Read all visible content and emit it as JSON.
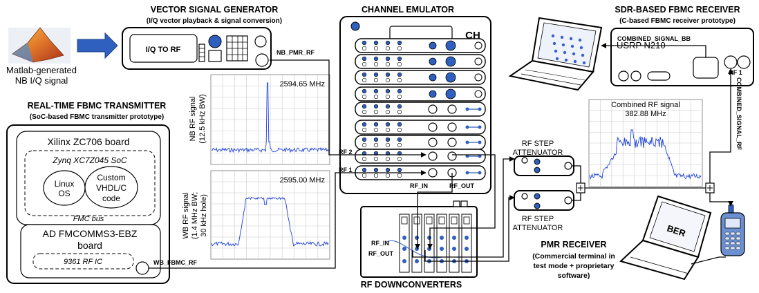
{
  "titles": {
    "vsg_title": "VECTOR SIGNAL GENERATOR",
    "vsg_sub": "(I/Q vector playback & signal conversion)",
    "ch_title": "CHANNEL EMULATOR",
    "sdr_title": "SDR-BASED FBMC RECEIVER",
    "sdr_sub": "(C-based FBMC receiver prototype)",
    "tx_title": "REAL-TIME FBMC TRANSMITTER",
    "tx_sub": "(SoC-based FBMC transmitter prototype)",
    "downconv_title": "RF DOWNCONVERTERS",
    "pmr_title": "PMR RECEIVER",
    "pmr_sub1": "(Commercial terminal in",
    "pmr_sub2": "test mode + proprietary",
    "pmr_sub3": "software)"
  },
  "matlab": {
    "line1": "Matlab-generated",
    "line2": "NB I/Q signal"
  },
  "vsg": {
    "iq_label": "I/Q TO RF",
    "out_signal": "NB_PMR_RF"
  },
  "tx": {
    "board": "Xilinx ZC706 board",
    "soc": "Zynq XC7Z045 SoC",
    "linux1": "Linux",
    "linux2": "OS",
    "custom1": "Custom",
    "custom2": "VHDL/C",
    "custom3": "code",
    "fmc": "FMC bus",
    "ad1": "AD FMCOMMS3-EBZ",
    "ad2": "board",
    "rfic": "9361 RF IC",
    "out_signal": "WB_FBMC_RF"
  },
  "spectra": {
    "nb": {
      "freq": "2594.65 MHz",
      "y1": "NB RF signal",
      "y2": "(12.5 kHz BW)"
    },
    "wb": {
      "freq": "2595.00 MHz",
      "y1": "WB RF signal",
      "y2": "(1.4 MHz BW;",
      "y3": "30 kHz hole)"
    },
    "combined": {
      "title": "Combined RF signal",
      "freq": "382.88 MHz"
    }
  },
  "channel": {
    "ch_label": "CH",
    "rf2": "RF 2",
    "rf1": "RF 1",
    "rf_in": "RF_IN",
    "rf_out": "RF_OUT"
  },
  "downconverters": {
    "rf_in": "RF_IN",
    "rf_out": "RF_OUT"
  },
  "attenuators": {
    "label1": "RF STEP",
    "label2": "ATTENUATOR"
  },
  "sdr": {
    "usrp": "USRP N210",
    "rf1": "RF 1",
    "combined_bb": "COMBINED_SIGNAL_BB",
    "combined_rf": "COMBINED_SIGNAL_RF"
  },
  "pmr": {
    "ber": "BER"
  },
  "colors": {
    "accent": "#2f5fbf",
    "trace": "#1a3fd6",
    "arrow": "#2f5fbf"
  }
}
